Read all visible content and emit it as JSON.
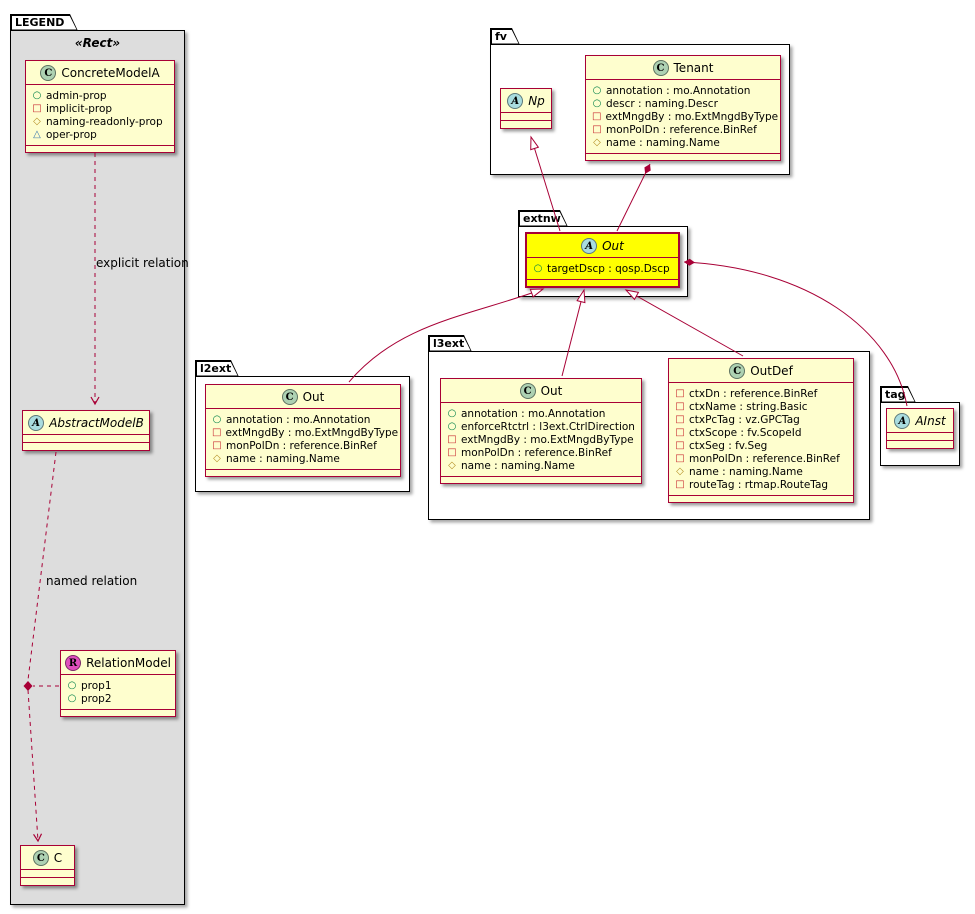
{
  "colors": {
    "class_bg": "#FEFECE",
    "class_border": "#A80036",
    "highlight_bg": "#FFFF00",
    "legend_bg": "#DDDDDD",
    "package_border": "#000000",
    "icon_class_bg": "#ADD1B2",
    "icon_abstract_bg": "#A9DCDF",
    "icon_relation_bg": "#E04FBE",
    "marker_circle": "#038048",
    "marker_square": "#C82930",
    "marker_diamond": "#B38D22",
    "marker_triangle": "#3A77AD"
  },
  "legend": {
    "tab": "LEGEND",
    "stereotype": "«Rect»",
    "explicit_label": "explicit relation",
    "named_label": "named relation",
    "concrete_model_a": {
      "icon": "C",
      "name": "ConcreteModelA",
      "members": [
        {
          "marker": "circle",
          "text": "admin-prop"
        },
        {
          "marker": "square",
          "text": "implicit-prop"
        },
        {
          "marker": "diamond",
          "text": "naming-readonly-prop"
        },
        {
          "marker": "triangle",
          "text": "oper-prop"
        }
      ]
    },
    "abstract_model_b": {
      "icon": "A",
      "name": "AbstractModelB"
    },
    "relation_model": {
      "icon": "R",
      "name": "RelationModel",
      "members": [
        {
          "marker": "circle",
          "text": "prop1"
        },
        {
          "marker": "circle",
          "text": "prop2"
        }
      ]
    },
    "class_c": {
      "icon": "C",
      "name": "C"
    }
  },
  "fv": {
    "tab": "fv",
    "np": {
      "icon": "A",
      "name": "Np"
    },
    "tenant": {
      "icon": "C",
      "name": "Tenant",
      "members": [
        {
          "marker": "circle",
          "text": "annotation : mo.Annotation"
        },
        {
          "marker": "circle",
          "text": "descr : naming.Descr"
        },
        {
          "marker": "square",
          "text": "extMngdBy : mo.ExtMngdByType"
        },
        {
          "marker": "square",
          "text": "monPolDn : reference.BinRef"
        },
        {
          "marker": "diamond",
          "text": "name : naming.Name"
        }
      ]
    }
  },
  "extnw": {
    "tab": "extnw",
    "out": {
      "icon": "A",
      "name": "Out",
      "members": [
        {
          "marker": "circle",
          "text": "targetDscp : qosp.Dscp"
        }
      ]
    }
  },
  "l2ext": {
    "tab": "l2ext",
    "out": {
      "icon": "C",
      "name": "Out",
      "members": [
        {
          "marker": "circle",
          "text": "annotation : mo.Annotation"
        },
        {
          "marker": "square",
          "text": "extMngdBy : mo.ExtMngdByType"
        },
        {
          "marker": "square",
          "text": "monPolDn : reference.BinRef"
        },
        {
          "marker": "diamond",
          "text": "name : naming.Name"
        }
      ]
    }
  },
  "l3ext": {
    "tab": "l3ext",
    "out": {
      "icon": "C",
      "name": "Out",
      "members": [
        {
          "marker": "circle",
          "text": "annotation : mo.Annotation"
        },
        {
          "marker": "circle",
          "text": "enforceRtctrl : l3ext.CtrlDirection"
        },
        {
          "marker": "square",
          "text": "extMngdBy : mo.ExtMngdByType"
        },
        {
          "marker": "square",
          "text": "monPolDn : reference.BinRef"
        },
        {
          "marker": "diamond",
          "text": "name : naming.Name"
        }
      ]
    },
    "outdef": {
      "icon": "C",
      "name": "OutDef",
      "members": [
        {
          "marker": "square",
          "text": "ctxDn : reference.BinRef"
        },
        {
          "marker": "square",
          "text": "ctxName : string.Basic"
        },
        {
          "marker": "square",
          "text": "ctxPcTag : vz.GPCTag"
        },
        {
          "marker": "square",
          "text": "ctxScope : fv.ScopeId"
        },
        {
          "marker": "square",
          "text": "ctxSeg : fv.Seg"
        },
        {
          "marker": "square",
          "text": "monPolDn : reference.BinRef"
        },
        {
          "marker": "diamond",
          "text": "name : naming.Name"
        },
        {
          "marker": "square",
          "text": "routeTag : rtmap.RouteTag"
        }
      ]
    }
  },
  "tag": {
    "tab": "tag",
    "ainst": {
      "icon": "A",
      "name": "AInst"
    }
  }
}
